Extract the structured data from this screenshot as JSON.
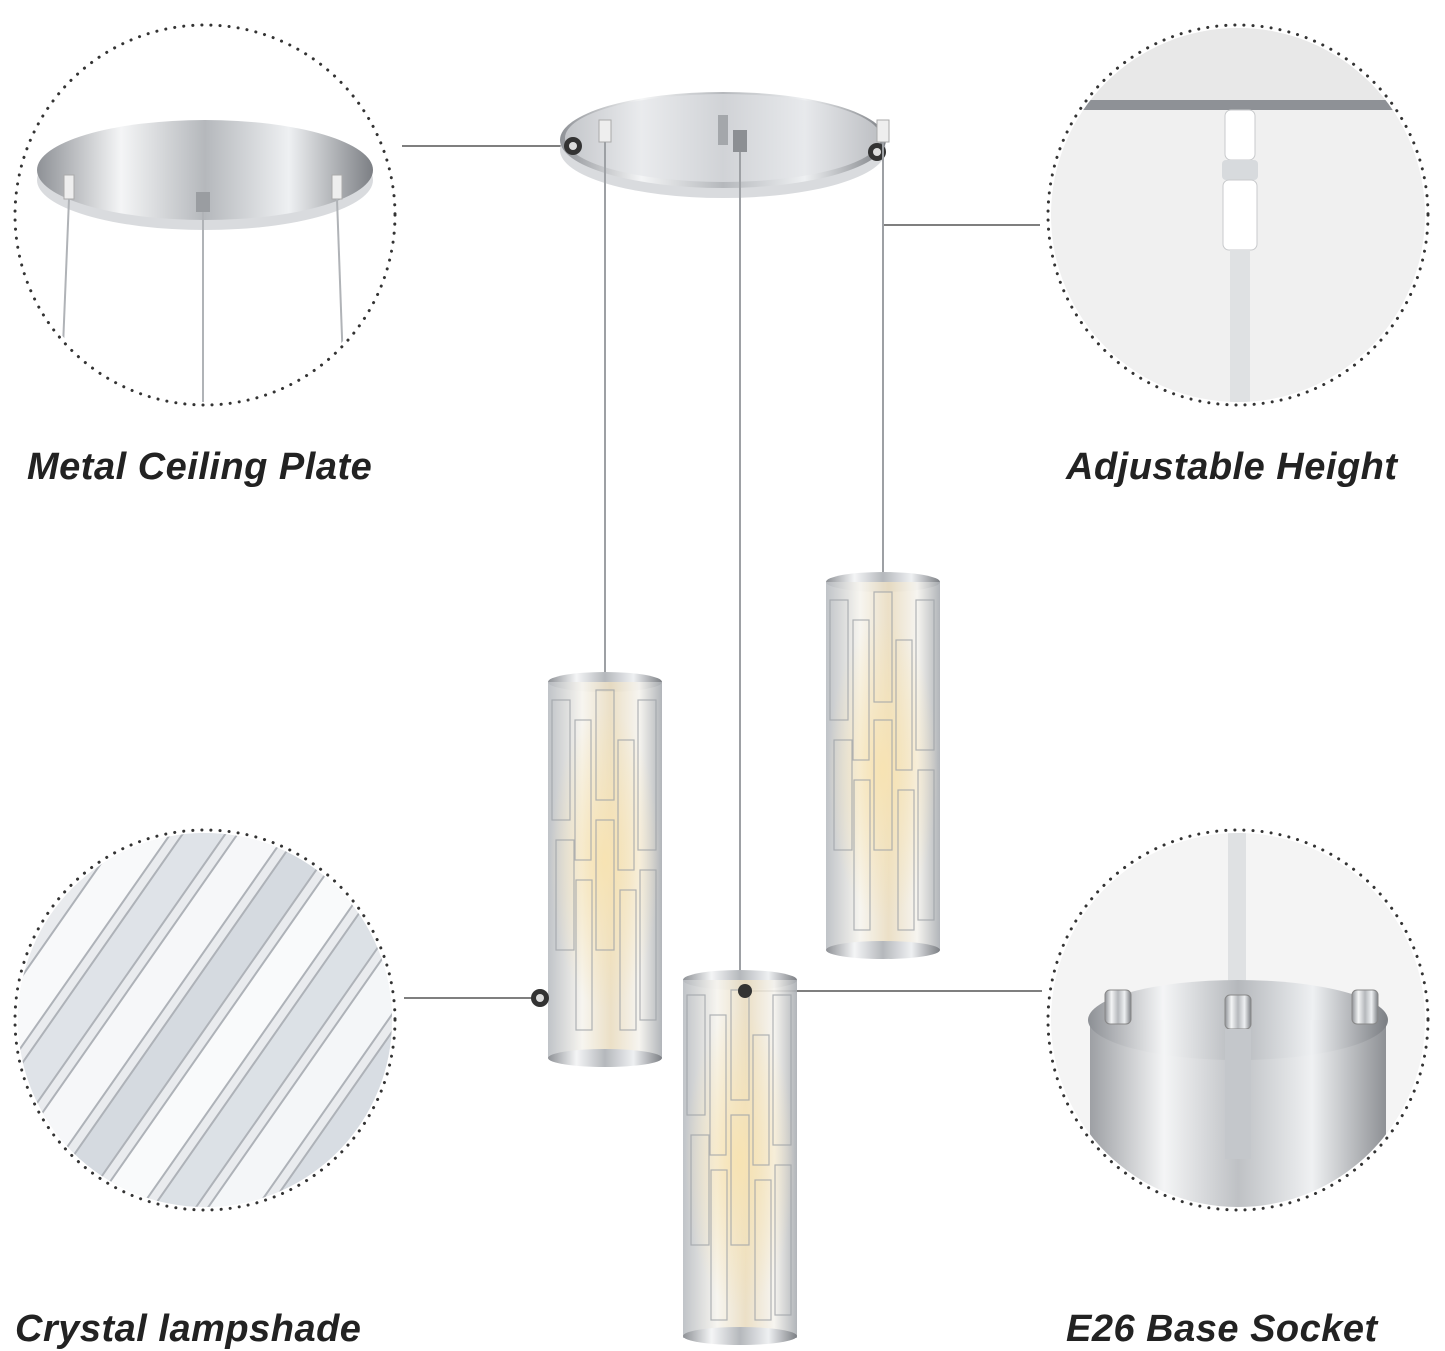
{
  "product": "Crystal pendant light fixture with round canopy and three hanging cylinder shades",
  "callouts": {
    "top_left": "Metal Ceiling Plate",
    "top_right": "Adjustable Height",
    "bottom_left": "Crystal lampshade",
    "bottom_right": "E26 Base Socket"
  },
  "colors": {
    "chrome": "#c9ccd0",
    "text": "#222222",
    "dots": "#333333",
    "crystal": "#e6e2da",
    "warm_light": "#f3d9a6"
  }
}
